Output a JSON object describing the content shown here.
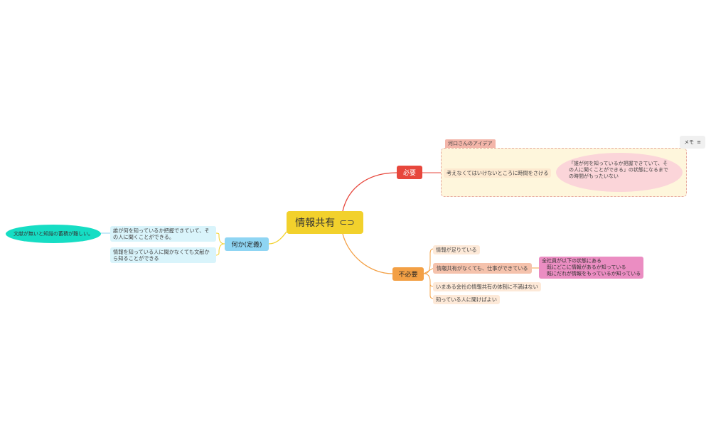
{
  "root": {
    "label": "情報共有",
    "icon": "link-icon"
  },
  "need": {
    "label": "必要",
    "boundary_tag": "河口さんのアイデア",
    "memo_label": "メモ",
    "child": "考えなくてはいけないところに時間をさける",
    "note": "「誰が何を知っているか把握できていて、その人に聞くことができる」の状態になるまでの時間がもったいない"
  },
  "noneed": {
    "label": "不必要",
    "children": [
      "情報が足りている",
      "情報共有がなくても、仕事ができている",
      "いまある会社の情報共有の体制に不満はない",
      "知っている人に聞けばよい"
    ],
    "note": "全社員が以下の状態にある\n　既にどこに情報があるか知っている\n　既にだれが情報をもっているか知っている"
  },
  "what": {
    "label": "何か(定義)",
    "children": [
      "誰が何を知っているか把握できていて、その人に聞くことができる。",
      "情報を知っている人に聞かなくても文献から知ることができる"
    ],
    "note": "文献が無いと知識の蓄積が難しい。"
  }
}
